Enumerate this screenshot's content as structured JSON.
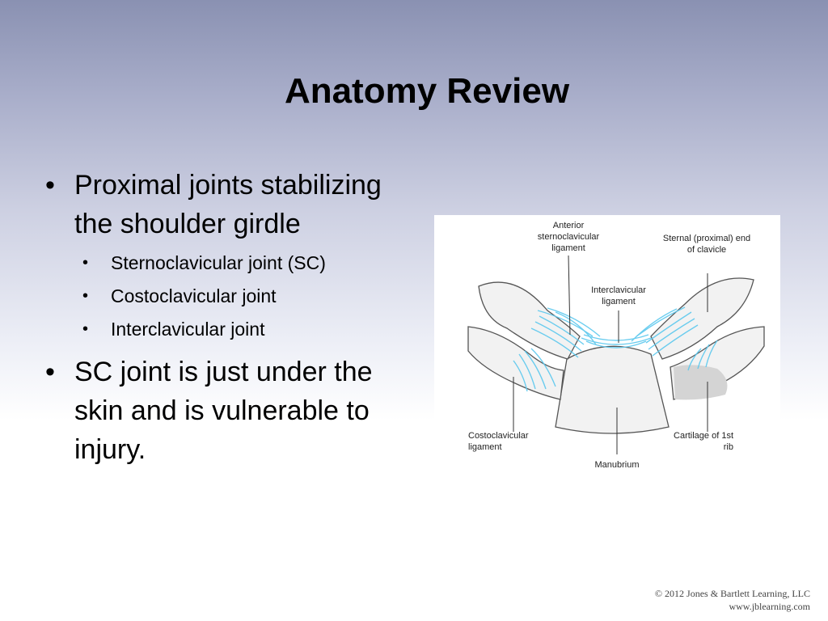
{
  "slide": {
    "title": "Anatomy Review",
    "bullets": [
      {
        "text": "Proximal joints stabilizing the shoulder girdle",
        "subbullets": [
          "Sternoclavicular joint (SC)",
          "Costoclavicular joint",
          "Interclavicular joint"
        ]
      },
      {
        "text": "SC joint is just under the skin and is vulnerable to injury."
      }
    ],
    "bullet_glyph": "•"
  },
  "figure": {
    "labels": {
      "anterior_sc_ligament": "Anterior sternoclavicular ligament",
      "sternal_end": "Sternal (proximal) end of clavicle",
      "interclavicular_ligament": "Interclavicular ligament",
      "costoclavicular_ligament": "Costoclavicular ligament",
      "cartilage_1st_rib": "Cartilage of 1st rib",
      "manubrium": "Manubrium"
    },
    "colors": {
      "ligament": "#5cc8ee",
      "bone_fill": "#f2f2f2",
      "bone_outline": "#555555"
    }
  },
  "footer": {
    "copyright": "© 2012 Jones & Bartlett Learning, LLC",
    "website": "www.jblearning.com"
  }
}
